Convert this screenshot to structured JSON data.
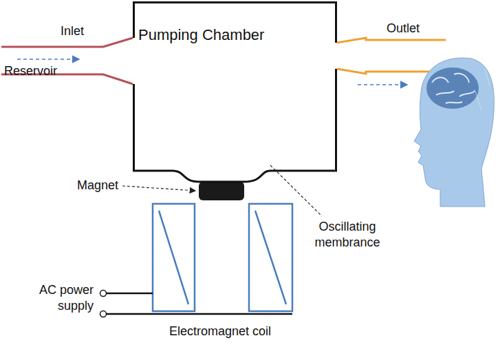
{
  "diagram": {
    "nodes": [
      {
        "text": [
          "Pumping Chamber"
        ]
      }
    ],
    "labels": [
      "Inlet",
      "Reservoir",
      "Outlet",
      "Magnet",
      "Oscillating membrance",
      "AC power supply",
      "Electromagnet coil"
    ]
  }
}
